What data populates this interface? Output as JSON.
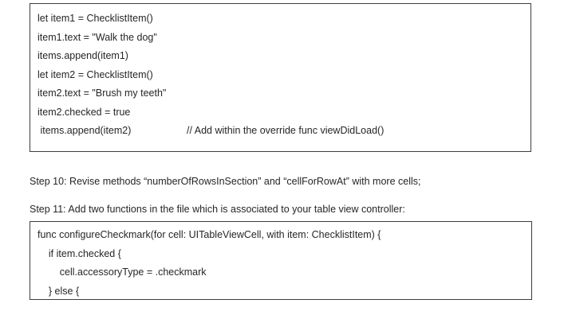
{
  "document": {
    "background_color": "#ffffff",
    "text_color": "#262626",
    "border_color": "#3d3d3d"
  },
  "code_block_1": {
    "lines": [
      {
        "text": "let item1 = ChecklistItem()"
      },
      {
        "text": "item1.text = \"Walk the dog\""
      },
      {
        "text": "items.append(item1)"
      },
      {
        "text": ""
      },
      {
        "text": "let item2 = ChecklistItem()"
      },
      {
        "text": "item2.text = \"Brush my teeth\""
      },
      {
        "text": "item2.checked = true"
      },
      {
        "text": " items.append(item2)",
        "comment": "// Add within the override func viewDidLoad()"
      }
    ]
  },
  "steps": {
    "step_10": "Step 10: Revise methods “numberOfRowsInSection” and “cellForRowAt” with more cells;",
    "step_11": "Step 11: Add two functions in the file which is associated to your table view controller:"
  },
  "code_block_2": {
    "lines": [
      {
        "text": "func configureCheckmark(for cell: UITableViewCell, with item: ChecklistItem) {"
      },
      {
        "text": "    if item.checked {"
      },
      {
        "text": "        cell.accessoryType = .checkmark"
      },
      {
        "text": "    } else {"
      }
    ]
  }
}
